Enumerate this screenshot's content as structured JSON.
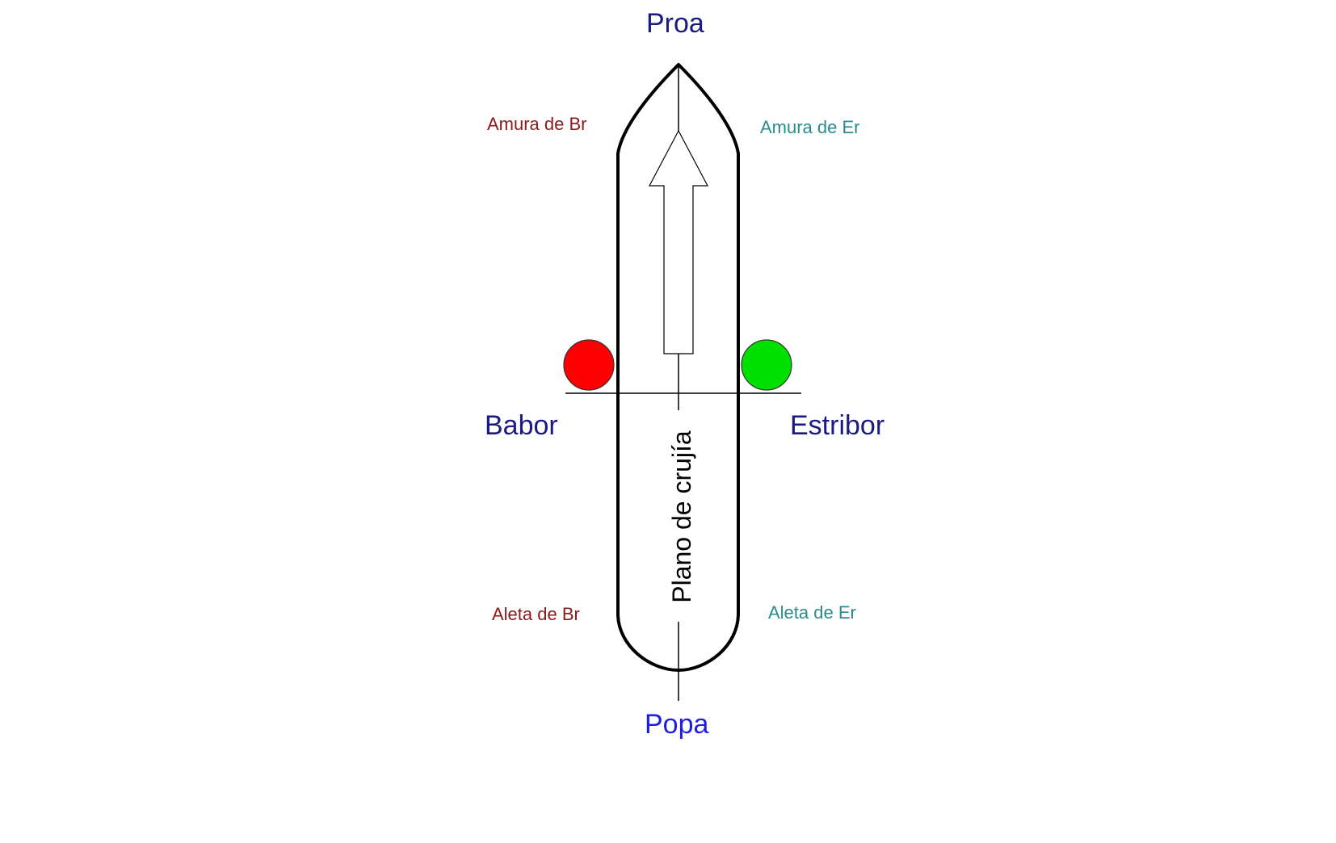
{
  "labels": {
    "bow": "Proa",
    "stern": "Popa",
    "port": "Babor",
    "starboard": "Estribor",
    "port_bow": "Amura de Br",
    "starboard_bow": "Amura de Er",
    "port_quarter": "Aleta de Br",
    "starboard_quarter": "Aleta de Er",
    "centerline": "Plano de crujía"
  },
  "colors": {
    "main_labels": "#1a1a80",
    "stern_label": "#1f1fe0",
    "port_labels": "#8b1a1a",
    "starboard_labels": "#2a8c8c",
    "port_light": "#ff0000",
    "starboard_light": "#00e000",
    "hull": "#000000"
  },
  "icons": {
    "port_light": "red-circle",
    "starboard_light": "green-circle",
    "direction": "up-arrow"
  }
}
